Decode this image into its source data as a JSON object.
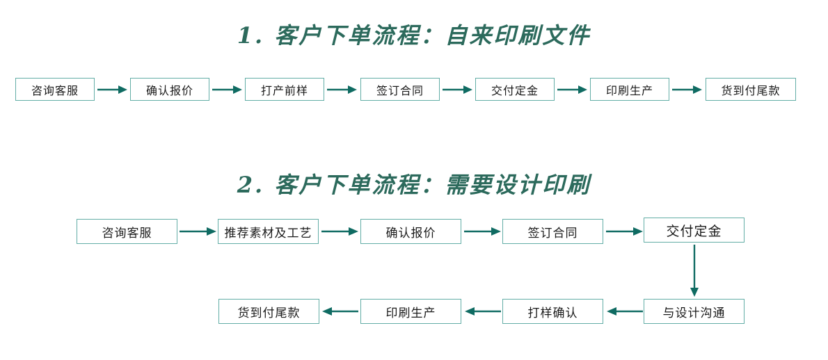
{
  "page": {
    "background_color": "#ffffff",
    "accent_border_color": "#62ada6",
    "arrow_color": "#0f6b62",
    "title_color": "#2c6a5c"
  },
  "flowcharts": [
    {
      "id": "flow-1",
      "title": "1. 客户下单流程：自来印刷文件",
      "direction": "left-to-right",
      "steps": [
        {
          "label": "咨询客服"
        },
        {
          "label": "确认报价"
        },
        {
          "label": "打产前样"
        },
        {
          "label": "签订合同"
        },
        {
          "label": "交付定金"
        },
        {
          "label": "印刷生产"
        },
        {
          "label": "货到付尾款"
        }
      ]
    },
    {
      "id": "flow-2",
      "title": "2. 客户下单流程：需要设计印刷",
      "direction": "serpentine",
      "row_top": [
        {
          "label": "咨询客服"
        },
        {
          "label": "推荐素材及工艺"
        },
        {
          "label": "确认报价"
        },
        {
          "label": "签订合同"
        },
        {
          "label": "交付定金"
        }
      ],
      "row_bottom": [
        {
          "label": "货到付尾款"
        },
        {
          "label": "印刷生产"
        },
        {
          "label": "打样确认"
        },
        {
          "label": "与设计沟通"
        }
      ]
    }
  ]
}
